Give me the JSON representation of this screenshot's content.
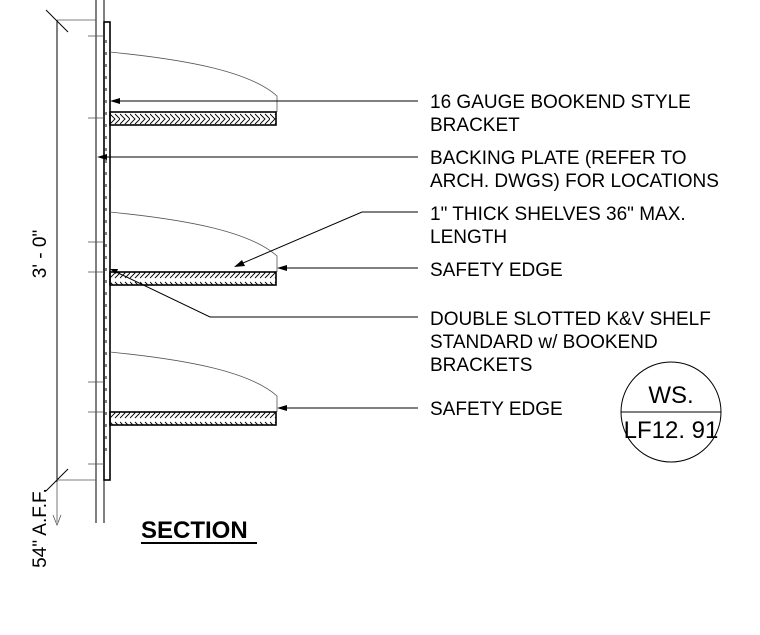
{
  "callouts": [
    {
      "lines": [
        "16 GAUGE BOOKEND STYLE",
        "BRACKET"
      ]
    },
    {
      "lines": [
        "BACKING PLATE (REFER TO",
        "ARCH. DWGS) FOR LOCATIONS"
      ]
    },
    {
      "lines": [
        "1\" THICK SHELVES 36\" MAX.",
        "LENGTH"
      ]
    },
    {
      "lines": [
        "SAFETY EDGE"
      ]
    },
    {
      "lines": [
        "DOUBLE SLOTTED K&V SHELF",
        "STANDARD w/ BOOKEND",
        "BRACKETS"
      ]
    },
    {
      "lines": [
        "SAFETY EDGE"
      ]
    }
  ],
  "dimensions": {
    "height": "3' - 0\"",
    "elevation": "54\" A.F.F."
  },
  "section_title": "SECTION",
  "detail_tag": {
    "number": "WS.",
    "sheet": "LF12. 91"
  }
}
